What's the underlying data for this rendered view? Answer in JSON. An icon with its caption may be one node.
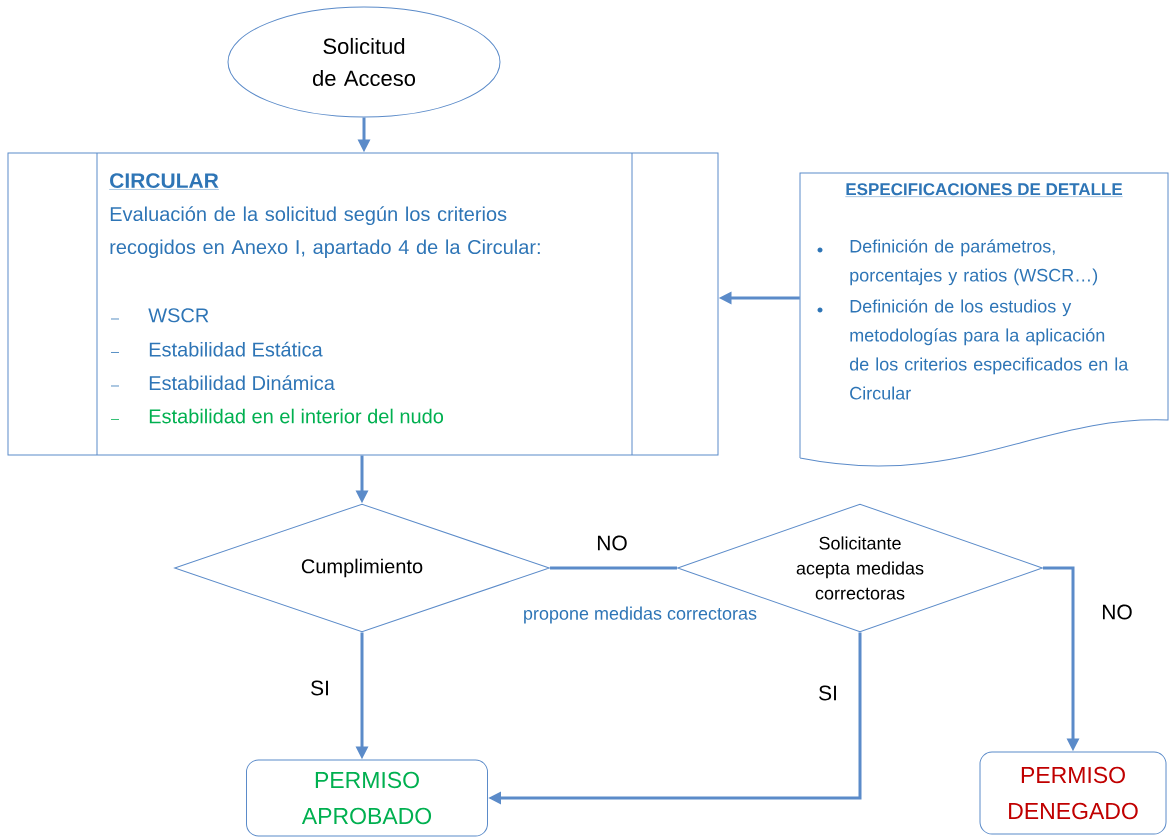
{
  "diagram": {
    "nodes": [
      {
        "text": [
          "Solicitud de Acceso"
        ]
      },
      {
        "text": [
          "CIRCULAR",
          "Evaluación de la solicitud según los criterios recogidos en Anexo I, apartado 4 de la Circular:",
          "WSCR",
          "Estabilidad Estática",
          "Estabilidad Dinámica",
          "Estabilidad en el interior del nudo"
        ]
      },
      {
        "text": [
          "ESPECIFICACIONES DE DETALLE",
          "Definición de parámetros, porcentajes y ratios (WSCR…)",
          "Definición de los estudios y metodologías para la aplicación de los criterios especificados en la Circular"
        ]
      },
      {
        "text": [
          "Cumplimiento"
        ]
      },
      {
        "text": [
          "Solicitante acepta medidas correctoras"
        ]
      },
      {
        "text": [
          "PERMISO APROBADO"
        ]
      },
      {
        "text": [
          "PERMISO DENEGADO"
        ]
      }
    ],
    "edges": [
      {
        "from": 0,
        "to": 1,
        "arrow": "to"
      },
      {
        "from": 2,
        "to": 1,
        "arrow": "to"
      },
      {
        "from": 1,
        "to": 3,
        "arrow": "to"
      },
      {
        "from": 3,
        "to": 4,
        "arrow": "none",
        "label": "NO"
      },
      {
        "from": 3,
        "to": 5,
        "arrow": "to",
        "label": "SI"
      },
      {
        "from": 4,
        "to": 5,
        "arrow": "to",
        "label": "SI"
      },
      {
        "from": 4,
        "to": 6,
        "arrow": "to",
        "label": "NO"
      }
    ],
    "labels": [
      "propone medidas correctoras"
    ]
  }
}
